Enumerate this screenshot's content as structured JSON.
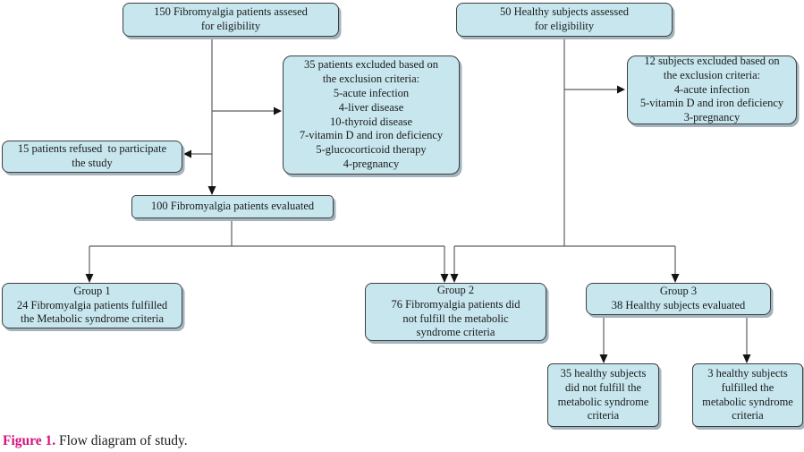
{
  "figure": {
    "caption": {
      "label": "Figure 1.",
      "text": "Flow diagram of study."
    }
  },
  "colors": {
    "box_fill": "#c7e6ee",
    "box_border": "#3f3f3f",
    "box_shadow": "#a3b4be",
    "connector_line": "#5f5f5f",
    "arrowhead": "#141414",
    "caption_accent": "#d4127f",
    "text": "#1b1b1b"
  },
  "nodes": {
    "fm_assessed": {
      "text": "150 Fibromyalgia patients assesed\nfor eligibility"
    },
    "healthy_assessed": {
      "text": "50 Healthy subjects assessed\nfor eligibility"
    },
    "fm_excluded": {
      "text": "35 patients excluded based on\nthe exclusion criteria:\n5-acute infection\n4-liver disease\n10-thyroid disease\n7-vitamin D and iron deficiency\n5-glucocorticoid therapy\n4-pregnancy"
    },
    "healthy_excluded": {
      "text": "12 subjects excluded based on\nthe exclusion criteria:\n4-acute infection\n5-vitamin D and iron deficiency\n3-pregnancy"
    },
    "refused": {
      "text": "15 patients refused  to participate\nthe study"
    },
    "fm_evaluated": {
      "text": "100 Fibromyalgia patients evaluated"
    },
    "group1": {
      "text": "Group 1\n24 Fibromyalgia patients fulfilled\nthe Metabolic syndrome criteria"
    },
    "group2": {
      "text": "Group 2\n76 Fibromyalgia patients did\nnot fulfill the metabolic\nsyndrome criteria"
    },
    "group3": {
      "text": "Group 3\n38 Healthy subjects evaluated"
    },
    "healthy_not_fulfilled": {
      "text": "35 healthy subjects\ndid not fulfill the\nmetabolic syndrome\ncriteria"
    },
    "healthy_fulfilled": {
      "text": "3 healthy subjects\nfulfilled the\nmetabolic syndrome\ncriteria"
    }
  }
}
